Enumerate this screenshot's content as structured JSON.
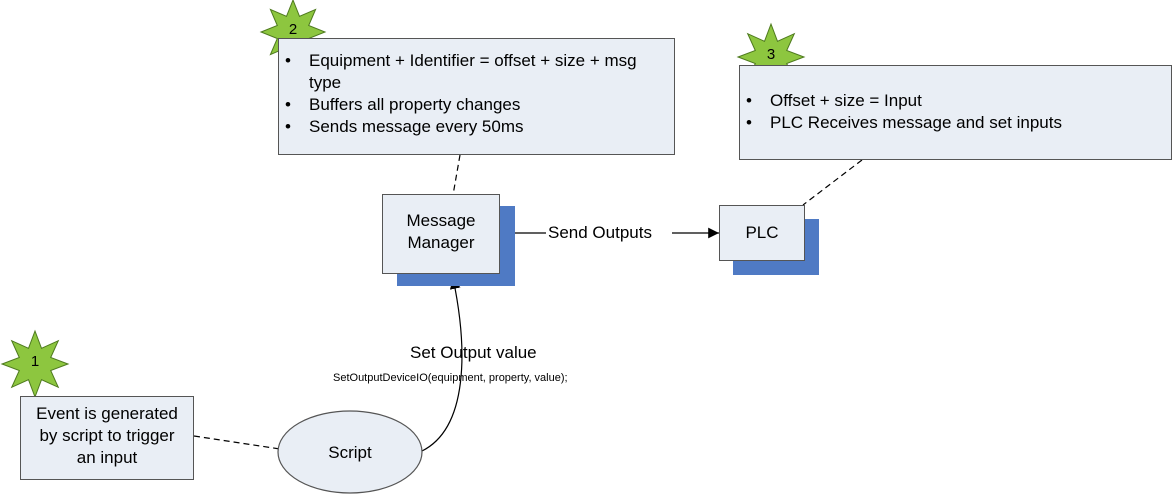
{
  "nodes": {
    "message_manager": {
      "label_line1": "Message",
      "label_line2": "Manager"
    },
    "plc": {
      "label": "PLC"
    },
    "script": {
      "label": "Script"
    }
  },
  "edges": {
    "send_outputs": {
      "label": "Send Outputs"
    },
    "set_output_value": {
      "label": "Set Output value",
      "call": "SetOutputDeviceIO(equipment, property, value);"
    }
  },
  "callouts": {
    "event_note": {
      "step": "1",
      "lines": [
        "Event is generated",
        "by script to trigger",
        "an input"
      ]
    },
    "manager_note": {
      "step": "2",
      "bullets": [
        "Equipment + Identifier = offset + size + msg type",
        "Buffers all property changes",
        "Sends message every 50ms"
      ]
    },
    "plc_note": {
      "step": "3",
      "bullets": [
        "Offset + size = Input",
        "PLC Receives message and set inputs"
      ]
    }
  },
  "colors": {
    "box_fill": "#e9eef5",
    "shadow": "#4f7ac4",
    "star_fill": "#8dc63f",
    "star_stroke": "#4e7a1e"
  }
}
